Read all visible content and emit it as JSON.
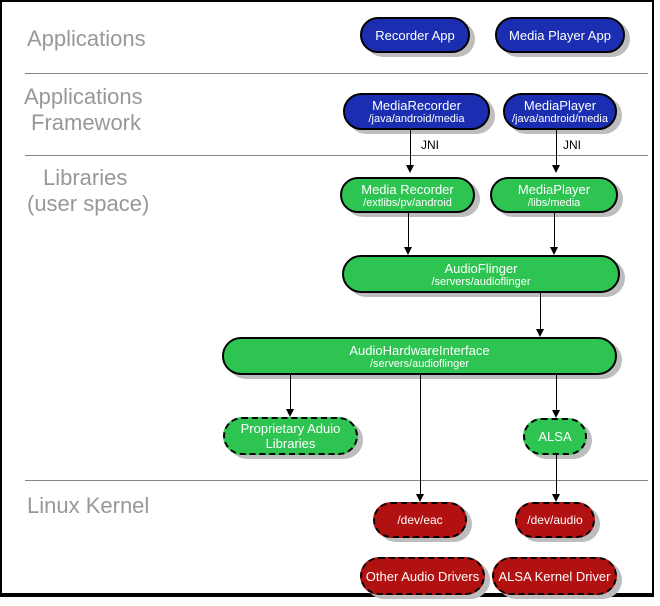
{
  "sections": [
    {
      "name": "applications",
      "lines": [
        "Applications"
      ]
    },
    {
      "name": "applications-framework",
      "lines": [
        "Applications",
        "Framework"
      ]
    },
    {
      "name": "libraries-user-space",
      "lines": [
        "Libraries",
        "(user space)"
      ]
    },
    {
      "name": "linux-kernel",
      "lines": [
        "Linux Kernel"
      ]
    }
  ],
  "nodes": [
    {
      "id": "recorder-app",
      "title": "Recorder App"
    },
    {
      "id": "media-player-app",
      "title": "Media Player App"
    },
    {
      "id": "mediarecorder-framework",
      "title": "MediaRecorder",
      "subtitle": "/java/android/media"
    },
    {
      "id": "mediaplayer-framework",
      "title": "MediaPlayer",
      "subtitle": "/java/android/media"
    },
    {
      "id": "media-recorder-library",
      "title": "Media Recorder",
      "subtitle": "/extlibs/pv/android"
    },
    {
      "id": "mediaplayer-library",
      "title": "MediaPlayer",
      "subtitle": "/libs/media"
    },
    {
      "id": "audioflinger",
      "title": "AudioFlinger",
      "subtitle": "/servers/audioflinger"
    },
    {
      "id": "audiohardwareinterface",
      "title": "AudioHardwareInterface",
      "subtitle": "/servers/audioflinger"
    },
    {
      "id": "proprietary-audio-libraries",
      "title": "Proprietary Aduio",
      "title_line2": "Libraries"
    },
    {
      "id": "alsa",
      "title": "ALSA"
    },
    {
      "id": "dev-eac",
      "title": "/dev/eac"
    },
    {
      "id": "dev-audio",
      "title": "/dev/audio"
    },
    {
      "id": "other-audio-drivers",
      "title": "Other Audio Drivers"
    },
    {
      "id": "alsa-kernel-driver",
      "title": "ALSA Kernel Driver"
    }
  ],
  "connector_labels": [
    "JNI",
    "JNI"
  ],
  "colors": {
    "application_blue": "#1b2eb2",
    "library_green": "#2ec452",
    "kernel_red": "#b21111",
    "shadow_gray": "#bdbdbd",
    "section_label_gray": "#989898",
    "separator_gray": "#848484",
    "connector_black": "#000000"
  }
}
